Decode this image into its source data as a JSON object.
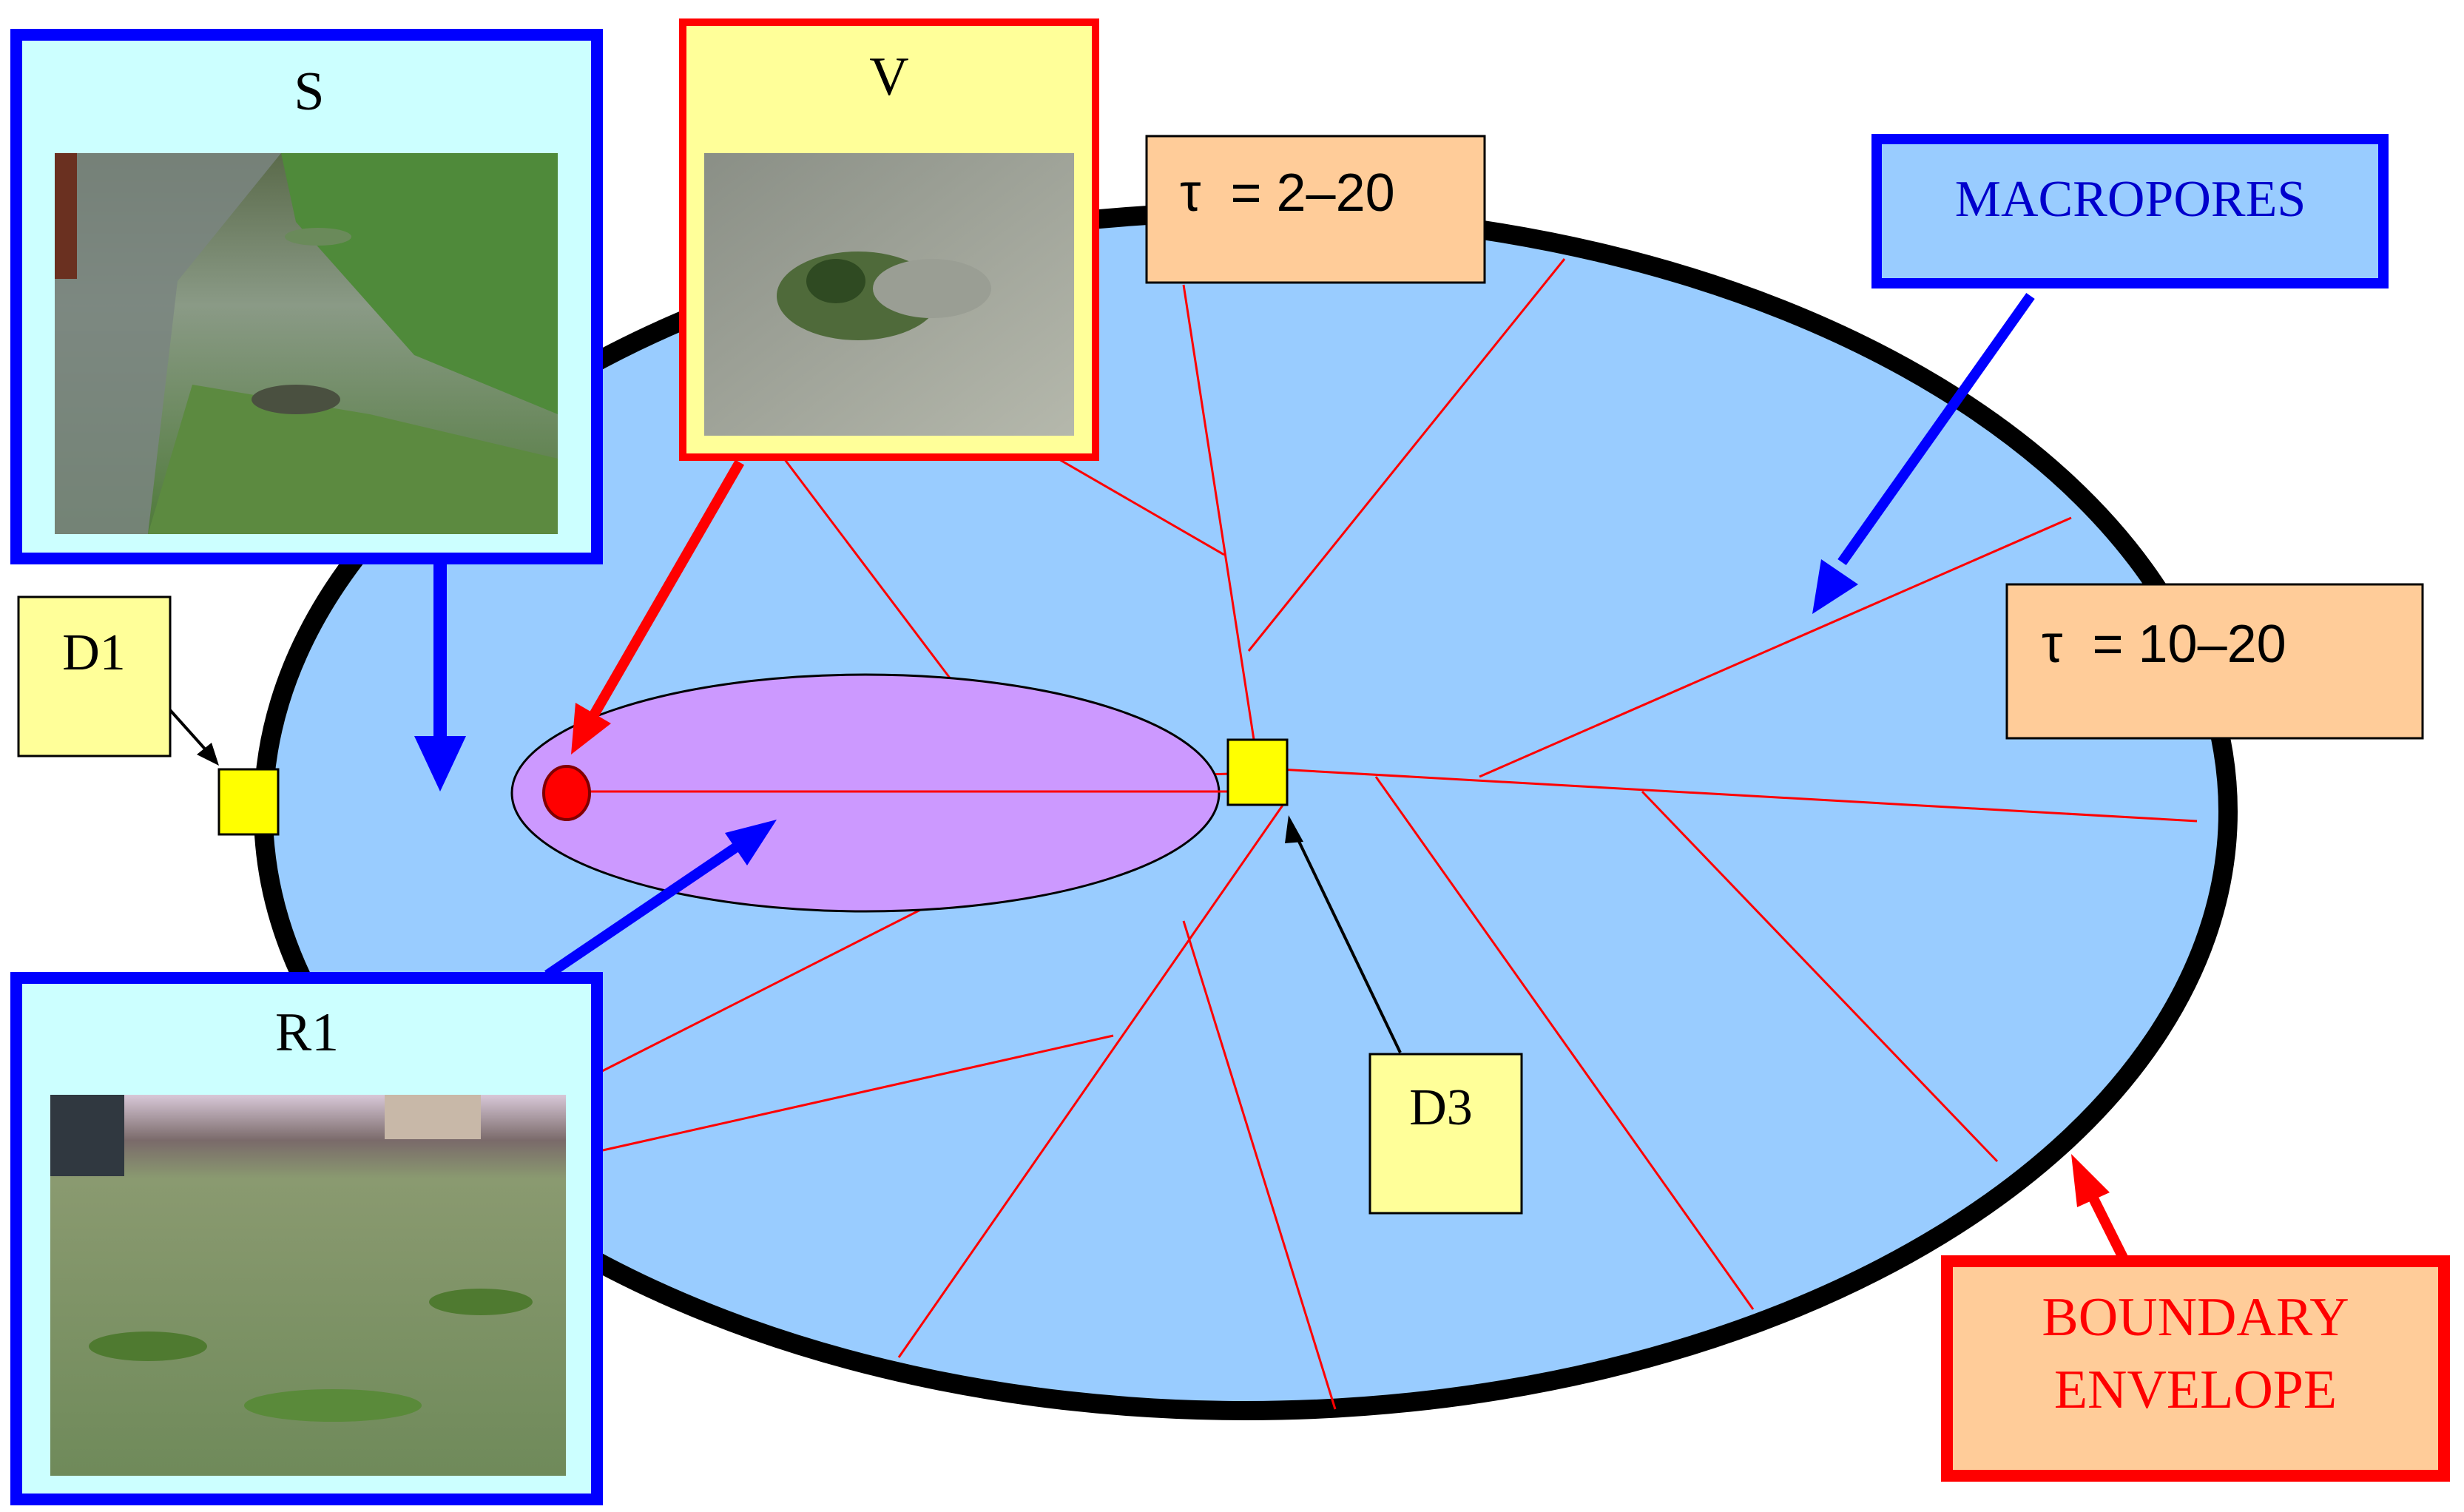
{
  "labels": {
    "s": "S",
    "v": "V",
    "r1": "R1",
    "d1": "D1",
    "d3": "D3",
    "tau_top": "τ  = 2–20",
    "tau_right": "τ  = 10–20",
    "macropores": "MACROPORES",
    "boundary_line1": "BOUNDARY",
    "boundary_line2": "ENVELOPE"
  },
  "colors": {
    "envelope_fill": "#99ccff",
    "envelope_stroke": "#000000",
    "inner_ellipse_fill": "#cc99ff",
    "channel": "#ff0000",
    "blue_box": "#0000ff",
    "red_box": "#ff0000",
    "cyan_fill": "#ccffff",
    "yellow_fill": "#ffff99",
    "orange_fill": "#ffcc99",
    "marker_yellow": "#ffff00",
    "source_dot": "#ff0000"
  }
}
